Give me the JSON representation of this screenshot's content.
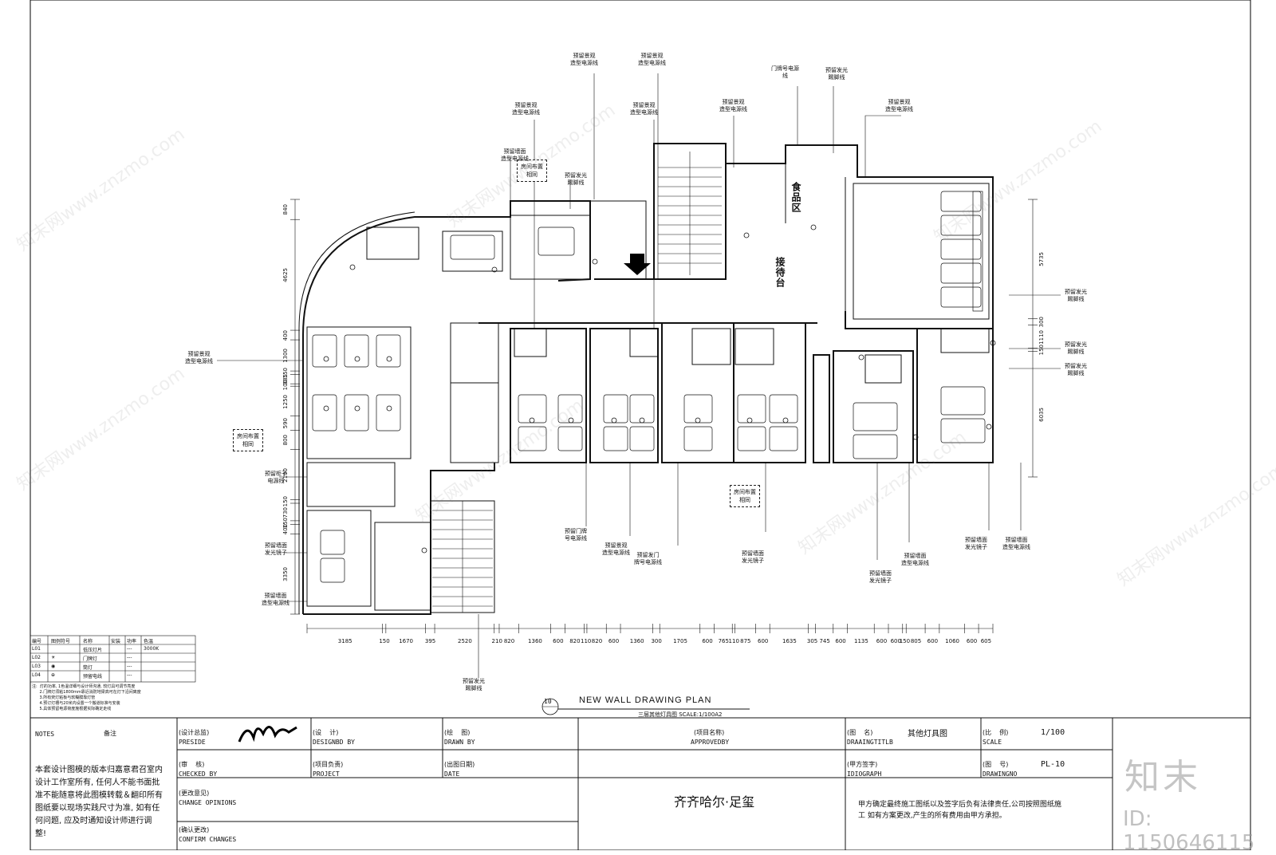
{
  "plan": {
    "heading": "NEW WALL DRAWING PLAN",
    "subheading": "三层其他灯具图  SCALE:1/100A2",
    "number": "10"
  },
  "rooms": {
    "food_area": "食品区",
    "reception": "接待台",
    "layout_same": "房间布置\n相同"
  },
  "annotations": {
    "landscape_power": "预留景观\n造型电源线",
    "door_sign_power": "门牌号电源\n线",
    "glow_kick": "预留发光\n踢脚线",
    "wall_power": "预留墙面\n造型电源线",
    "cabinet_power": "预留柜子\n电源线",
    "wall_mirror": "预留墙面\n发光镜子",
    "door_plate": "预留门牌\n号电源线",
    "hair_door_plate": "预留发门\n牌号电源线"
  },
  "dimensions_bottom": [
    "3185",
    "150",
    "1670",
    "395",
    "2520",
    "210",
    "820",
    "1360",
    "600",
    "820",
    "110",
    "820",
    "600",
    "1360",
    "300",
    "1705",
    "600",
    "765",
    "110",
    "875",
    "600",
    "1635",
    "305",
    "745",
    "600",
    "1135",
    "600",
    "600",
    "150",
    "805",
    "600",
    "1060",
    "600",
    "605"
  ],
  "dimensions_left": [
    "840",
    "4625",
    "400",
    "1300",
    "150",
    "385",
    "100",
    "1250",
    "590",
    "800",
    "2100",
    "150",
    "730",
    "150",
    "400",
    "3350"
  ],
  "dimensions_right": [
    "5735",
    "300",
    "1110",
    "150",
    "6035"
  ],
  "legend": {
    "headers": [
      "编号",
      "图例符号",
      "名称",
      "安装",
      "功率",
      "色温"
    ],
    "rows": [
      [
        "L01",
        "",
        "低压灯片",
        "",
        "---",
        "3000K"
      ],
      [
        "L02",
        "☀",
        "门牌灯",
        "",
        "---",
        ""
      ],
      [
        "L03",
        "◉",
        "筒灯",
        "",
        "---",
        ""
      ],
      [
        "L04",
        "⊕",
        "预留电线",
        "",
        "---",
        ""
      ]
    ],
    "notes": "注:  灯的功率, 1色温详细与设计师沟通, 较灯具可调节亮度\n      2.门牌灯须粘1800mm靠近消防地梁高可在灯下沿间离度\n      3.所有荧灯粘板与软糊膜靠灯管\n      4.预订灯槽与20米内设置一个搬道标准与安装\n      5.具体预留电源荷度施根据实际确定走线"
  },
  "titleblock": {
    "notes_label": "NOTES",
    "remarks_label": "备注",
    "copyright": "本套设计图模的版本归嘉意君召室内\n设计工作室所有, 任何人不能书面批\n准不能随意将此图模转载＆翻印所有\n图纸要以现场实践尺寸为准, 如有任\n何问题, 应及时通知设计师进行调\n整!",
    "design_director_cn": "(设计总监)",
    "design_director_en": "PRESIDE",
    "checker_cn": "(审    核)",
    "checker_en": "CHECKED BY",
    "change_cn": "(更改意见)",
    "change_en": "CHANGE OPINIONS",
    "confirm_cn": "(确认更改)",
    "confirm_en": "CONFIRM CHANGES",
    "designer_cn": "(设    计)",
    "designer_en": "DESIGNBD BY",
    "project_lead_cn": "(项目负责)",
    "project_lead_en": "PROJECT",
    "drawn_cn": "(绘    图)",
    "drawn_en": "DRAWN BY",
    "date_cn": "(出图日期)",
    "date_en": "DATE",
    "project_name_cn": "(项目名称)",
    "project_name_en": "APPROVEDBY",
    "project_value": "齐齐哈尔·足玺",
    "drawing_name_cn": "(图    名)",
    "drawing_name_en": "DRAAINGTITLB",
    "drawing_name_value": "其他灯具图",
    "client_sign_cn": "(甲方签字)",
    "client_sign_en": "IDIOGRAPH",
    "client_statement": "甲方确定最终施工图纸以及签字后负有法律责任,公司按照图纸施\n工 如有方案更改,产生的所有费用由甲方承担。",
    "scale_cn": "(比    例)",
    "scale_en": "SCALE",
    "scale_value": "1/100",
    "drawingno_cn": "(图    号)",
    "drawingno_en": "DRAWINGNO",
    "drawingno_value": "PL-10"
  },
  "watermark": {
    "logo": "知末",
    "id": "ID: 1150646115",
    "text": "知末网www.znzmo.com"
  }
}
